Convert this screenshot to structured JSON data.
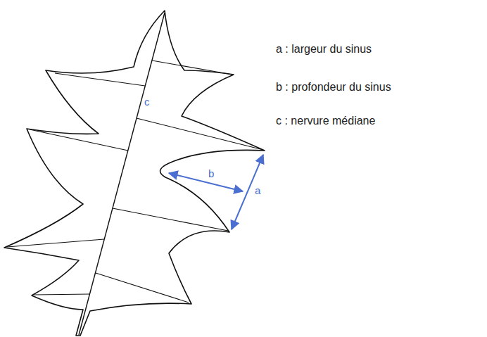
{
  "diagram": {
    "labels": [
      "c",
      "b",
      "a",
      "a : largeur du sinus",
      "b : profondeur du sinus",
      "c : nervure médiane"
    ]
  }
}
